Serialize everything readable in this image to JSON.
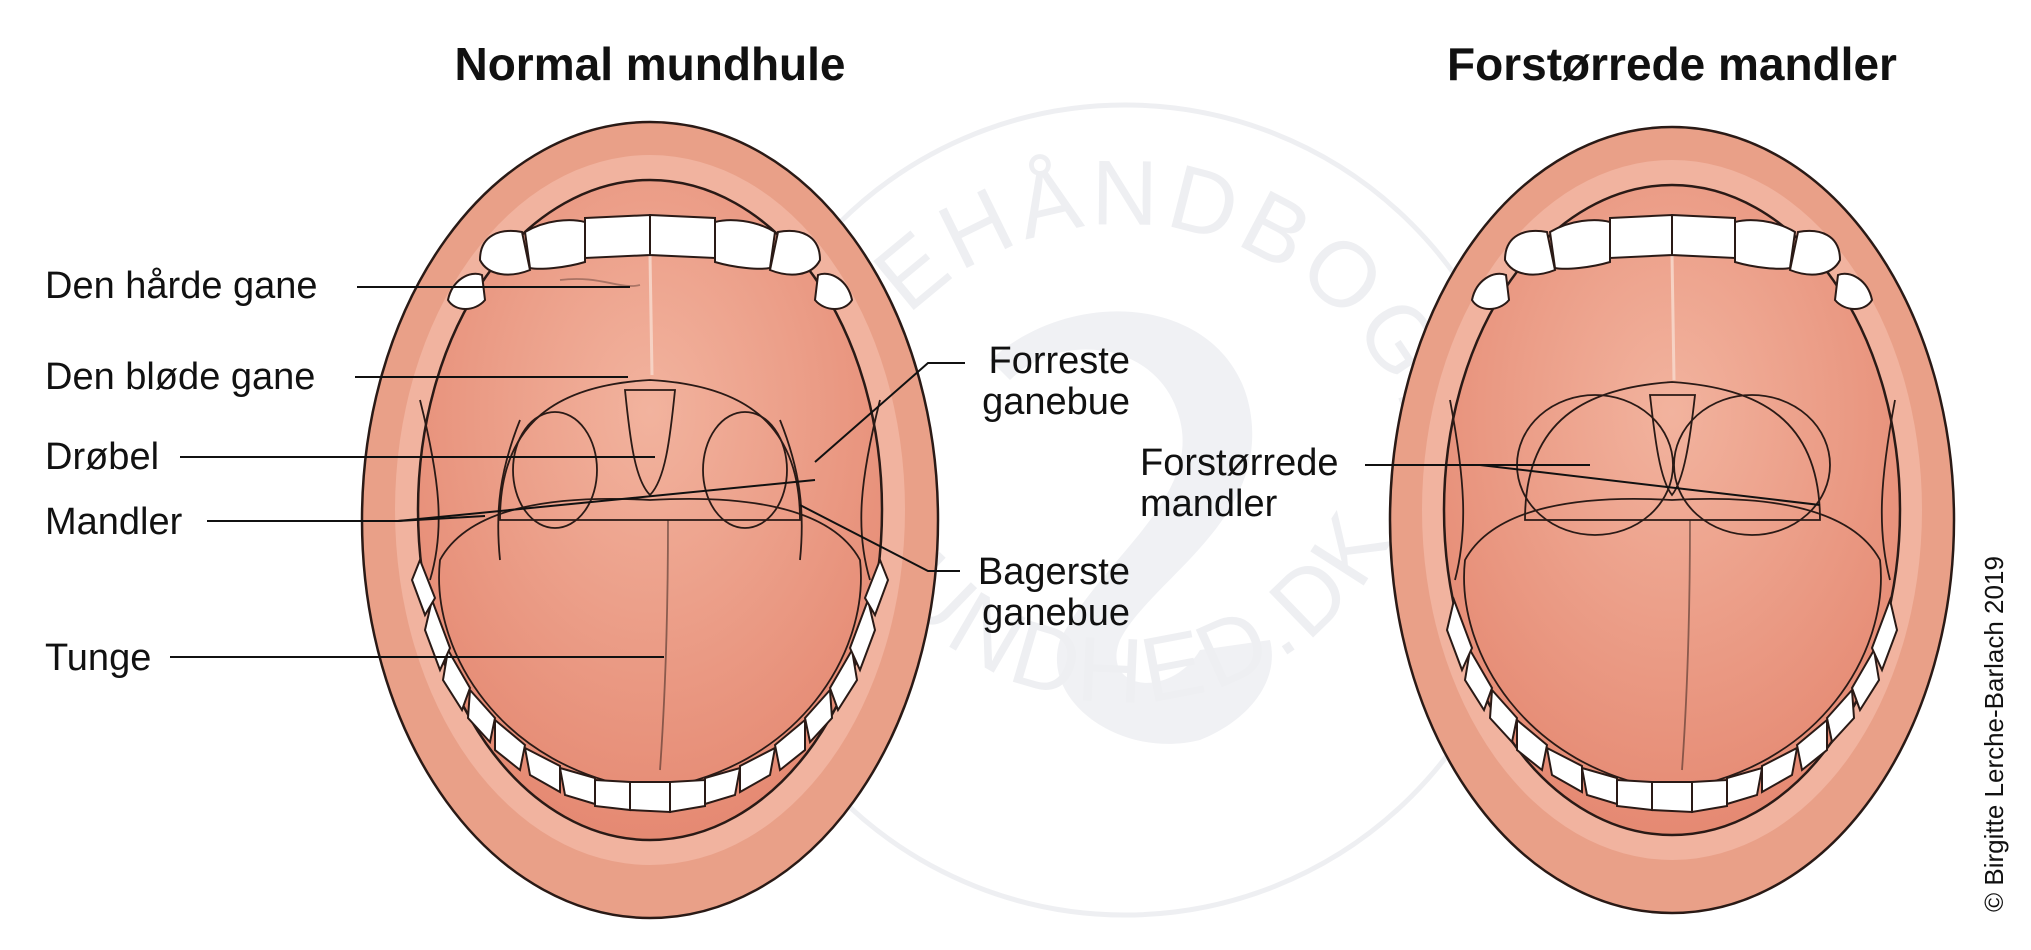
{
  "titles": {
    "left": "Normal mundhule",
    "right": "Forstørrede mandler"
  },
  "labels": {
    "hard_palate": "Den hårde gane",
    "soft_palate": "Den bløde gane",
    "uvula": "Drøbel",
    "tonsils": "Mandler",
    "tongue": "Tunge",
    "anterior_arch_line1": "Forreste",
    "anterior_arch_line2": "ganebue",
    "posterior_arch_line1": "Bagerste",
    "posterior_arch_line2": "ganebue",
    "enlarged_line1": "Forstørrede",
    "enlarged_line2": "mandler"
  },
  "credit": "© Birgitte Lerche-Barlach 2019",
  "watermark": {
    "top_arc": "LÆGEHÅNDBOGEN",
    "bottom_arc": "SUNDHED.DK"
  },
  "colors": {
    "lip": "#e9a088",
    "lip_light": "#f3b9a3",
    "mouth_inner": "#e8937c",
    "throat": "#d9705c",
    "tongue": "#f0ab95",
    "tongue_light": "#f7c8b6",
    "tonsil_normal": "#e28c75",
    "tonsil_enlarged": "#f4c2ae",
    "watermark": "#eeeff2"
  }
}
